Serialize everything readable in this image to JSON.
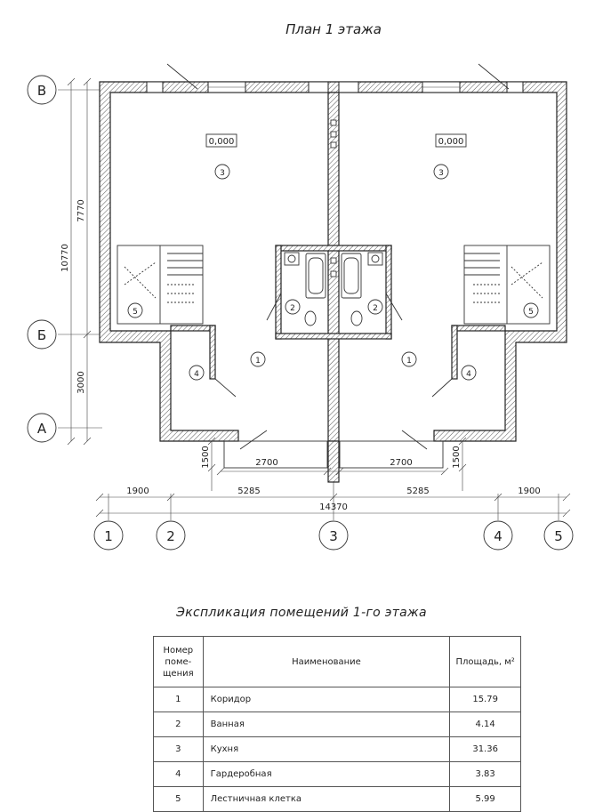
{
  "plan": {
    "title": "План 1 этажа",
    "axes_letters": [
      "В",
      "Б",
      "А"
    ],
    "axes_numbers": [
      "1",
      "2",
      "3",
      "4",
      "5"
    ],
    "level_marks": [
      "0,000",
      "0,000"
    ],
    "room_tags": [
      "3",
      "3",
      "2",
      "2",
      "1",
      "1",
      "4",
      "4",
      "5",
      "5"
    ],
    "dims_vertical": [
      "10770",
      "7770",
      "3000",
      "1500",
      "1500"
    ],
    "dims_horizontal": [
      "2700",
      "2700",
      "1900",
      "5285",
      "5285",
      "1900",
      "14370"
    ]
  },
  "explication": {
    "title": "Экспликация помещений 1-го этажа",
    "headers": [
      "Номер поме-щения",
      "Наименование",
      "Площадь, м²"
    ],
    "rows": [
      {
        "num": "1",
        "name": "Коридор",
        "area": "15.79"
      },
      {
        "num": "2",
        "name": "Ванная",
        "area": "4.14"
      },
      {
        "num": "3",
        "name": "Кухня",
        "area": "31.36"
      },
      {
        "num": "4",
        "name": "Гардеробная",
        "area": "3.83"
      },
      {
        "num": "5",
        "name": "Лестничная клетка",
        "area": "5.99"
      }
    ]
  }
}
